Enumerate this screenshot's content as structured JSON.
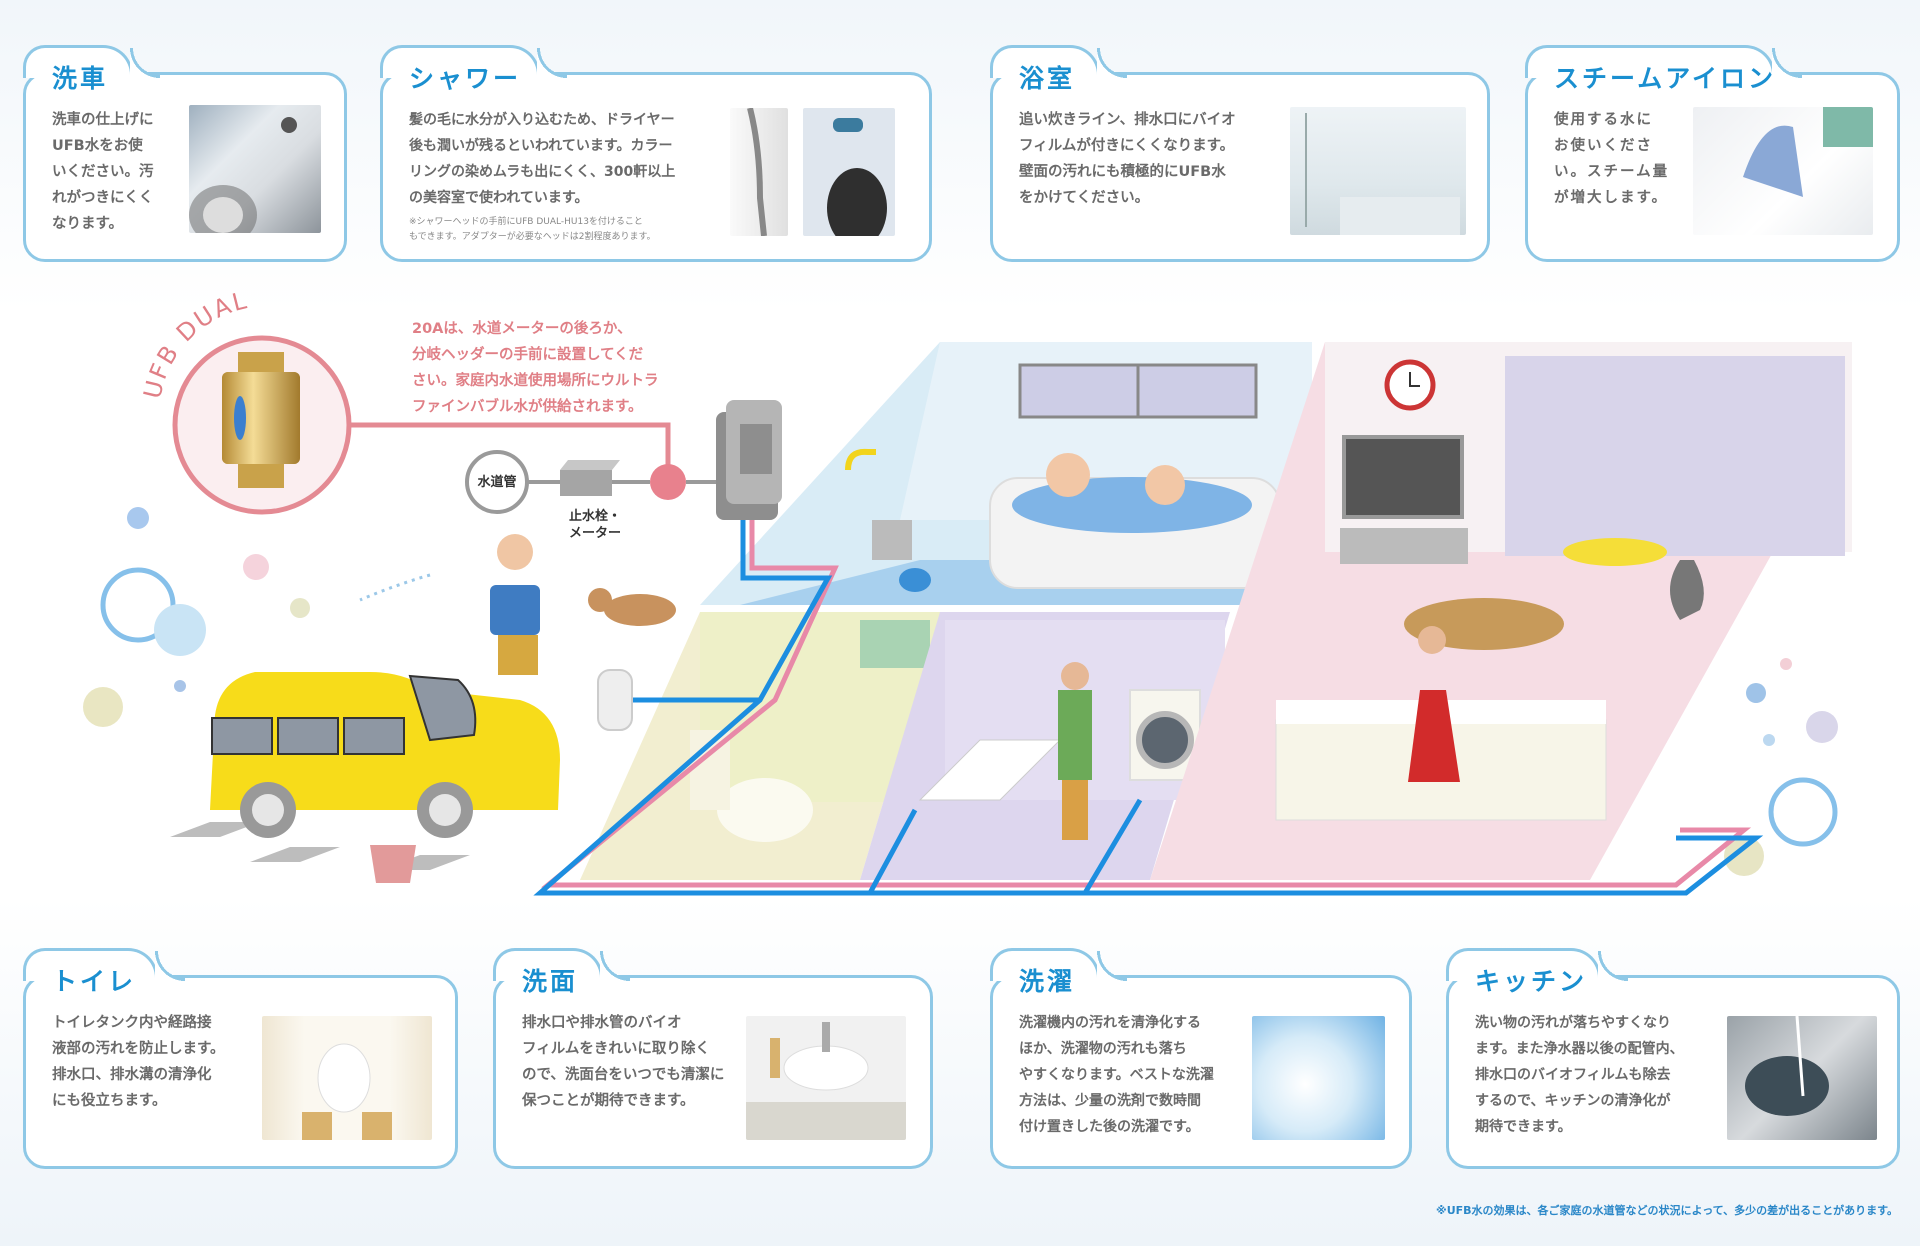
{
  "cards_top": [
    {
      "id": "car-wash",
      "title": "洗車",
      "body": "洗車の仕上げに\nUFB水をお使\nいください。汚\nれがつきにくく\nなります。",
      "photo": "car-wash-photo"
    },
    {
      "id": "shower",
      "title": "シャワー",
      "body": "髪の毛に水分が入り込むため、ドライヤー\n後も潤いが残るといわれています。カラー\nリングの染めムラも出にくく、300軒以上\nの美容室で使われています。",
      "note": "※シャワーヘッドの手前にUFB DUAL-HU13を付けること\nもできます。アダプターが必要なヘッドは2割程度あります。",
      "photo": "shower-photo"
    },
    {
      "id": "bathroom",
      "title": "浴室",
      "body": "追い炊きライン、排水口にバイオ\nフィルムが付きにくくなります。\n壁面の汚れにも積極的にUFB水\nをかけてください。",
      "photo": "bathroom-photo"
    },
    {
      "id": "steam-iron",
      "title": "スチームアイロン",
      "body": "使用する水に\nお使いくださ\nい。スチーム量\nが増大します。",
      "photo": "iron-photo"
    }
  ],
  "cards_bottom": [
    {
      "id": "toilet",
      "title": "トイレ",
      "body": "トイレタンク内や経路接\n液部の汚れを防止します。\n排水口、排水溝の清浄化\nにも役立ちます。",
      "photo": "toilet-photo"
    },
    {
      "id": "washbasin",
      "title": "洗面",
      "body": "排水口や排水管のバイオ\nフィルムをきれいに取り除く\nので、洗面台をいつでも清潔に\n保つことが期待できます。",
      "photo": "washbasin-photo"
    },
    {
      "id": "laundry",
      "title": "洗濯",
      "body": "洗濯機内の汚れを清浄化する\nほか、洗濯物の汚れも落ち\nやすくなります。ベストな洗濯\n方法は、少量の洗剤で数時間\n付け置きした後の洗濯です。",
      "photo": "laundry-photo"
    },
    {
      "id": "kitchen",
      "title": "キッチン",
      "body": "洗い物の汚れが落ちやすくなり\nます。また浄水器以後の配管内、\n排水口のバイオフィルムも除去\nするので、キッチンの清浄化が\n期待できます。",
      "photo": "kitchen-photo"
    }
  ],
  "product": {
    "name": "UFB DUAL",
    "description": "20Aは、水道メーターの後ろか、\n分岐ヘッダーの手前に設置してくだ\nさい。家庭内水道使用場所にウルトラ\nファインバブル水が供給されます。"
  },
  "diagram_labels": {
    "water_pipe": "水道管",
    "stop_valve_meter": "止水栓・\nメーター"
  },
  "footnote": "※UFB水の効果は、各ご家庭の水道管などの状況によって、多少の差が出ることがあります。",
  "colors": {
    "card_border": "#8ec8e6",
    "title_blue": "#1a8fd0",
    "pink_accent": "#e07f86",
    "pipe_blue": "#1c8ee0",
    "pipe_pink": "#e889a8",
    "car_yellow": "#f7dc1a"
  }
}
